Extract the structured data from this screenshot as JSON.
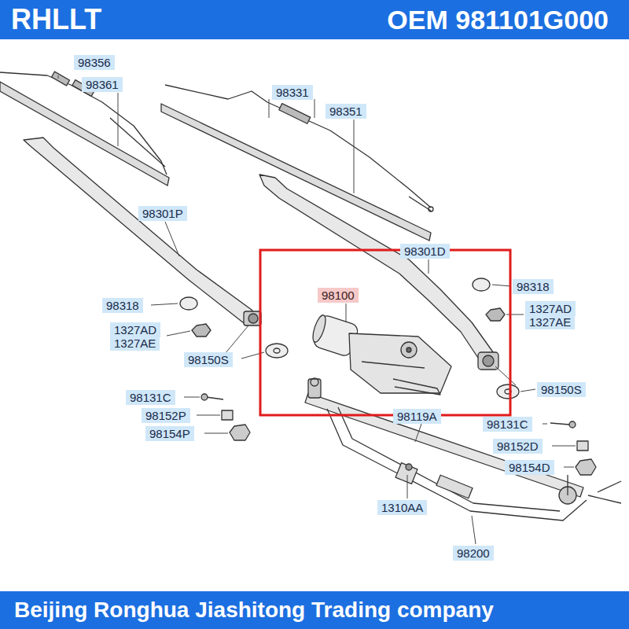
{
  "diagram": {
    "nodes": [
      {
        "text": [
          "RHLLT",
          "OEM 981101G000"
        ]
      },
      {
        "text": [
          "Beijing Ronghua Jiashitong Trading company"
        ]
      }
    ],
    "labels": [
      "98356",
      "98361",
      "98331",
      "98351",
      "98301P",
      "98301D",
      "98318",
      "98100",
      "98318",
      "1327AD",
      "1327AE",
      "1327AD",
      "1327AE",
      "98150S",
      "98150S",
      "98131C",
      "98152P",
      "98154P",
      "98119A",
      "98131C",
      "98152D",
      "98154D",
      "1310AA",
      "98200"
    ]
  }
}
